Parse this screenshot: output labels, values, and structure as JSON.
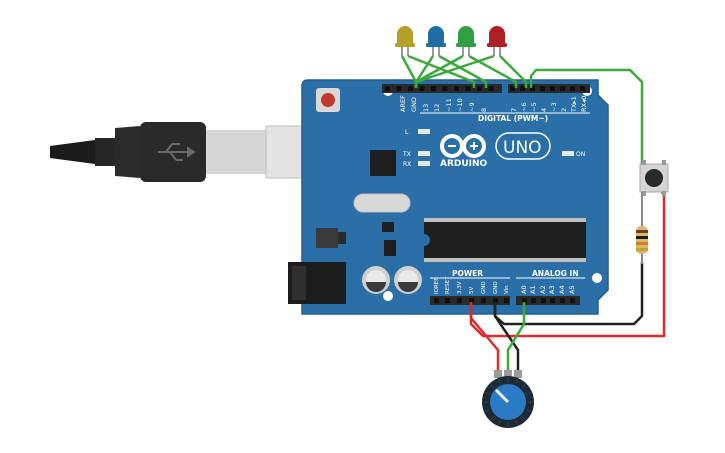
{
  "board": {
    "brand": "ARDUINO",
    "model": "UNO",
    "digital_header": "DIGITAL (PWM~)",
    "power_header": "POWER",
    "analog_header": "ANALOG IN",
    "on_label": "ON",
    "l_label": "L",
    "tx_label": "TX",
    "rx_label": "RX",
    "digital_pins": [
      "AREF",
      "GND",
      "13",
      "12",
      "~11",
      "~10",
      "~9",
      "8",
      "7",
      "~6",
      "~5",
      "4",
      "~3",
      "2",
      "TX▸1",
      "RX◂0"
    ],
    "power_pins": [
      "IOREF",
      "RESET",
      "3.3V",
      "5V",
      "GND",
      "GND",
      "Vin"
    ],
    "analog_pins": [
      "A0",
      "A1",
      "A2",
      "A3",
      "A4",
      "A5"
    ],
    "colors": {
      "pcb": "#2a6fa8",
      "pcb_edge": "#235f92",
      "header": "#2a2a2a",
      "chip": "#1e1e1e"
    }
  },
  "leds": [
    {
      "color_name": "yellow",
      "color": "#b3a12a"
    },
    {
      "color_name": "blue",
      "color": "#1f6ea5"
    },
    {
      "color_name": "green",
      "color": "#2ea043"
    },
    {
      "color_name": "red",
      "color": "#b01f24"
    }
  ],
  "wire_colors": {
    "green": "#3aaa3a",
    "red": "#e0282b",
    "black": "#222222"
  },
  "components": {
    "usb_cable": "usb-b-cable",
    "pushbutton": "pushbutton",
    "resistor": "resistor",
    "potentiometer": "potentiometer"
  }
}
